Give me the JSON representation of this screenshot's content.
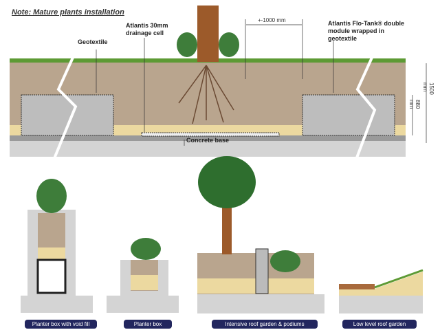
{
  "top": {
    "note": "Note: Mature plants installation",
    "geotextile": "Geotextile",
    "drainage_cell": "Atlantis 30mm drainage cell",
    "spacing": "+-1000 mm",
    "flotank": "Atlantis Flo-Tank® double module wrapped in geotextile",
    "height_total": "1500 mm",
    "height_module": "880 mm",
    "concrete": "Concrete base"
  },
  "examples": [
    {
      "label": "Planter box with void fill"
    },
    {
      "label": "Planter box"
    },
    {
      "label": "Intensive roof garden & podiums"
    },
    {
      "label": "Low level roof garden"
    }
  ],
  "colors": {
    "soil": "#b9a58e",
    "sand": "#ecd9a0",
    "concrete": "#d4d4d4",
    "grass": "#5d9a34",
    "label_bg": "#22265e",
    "trunk": "#9c5a2a"
  }
}
